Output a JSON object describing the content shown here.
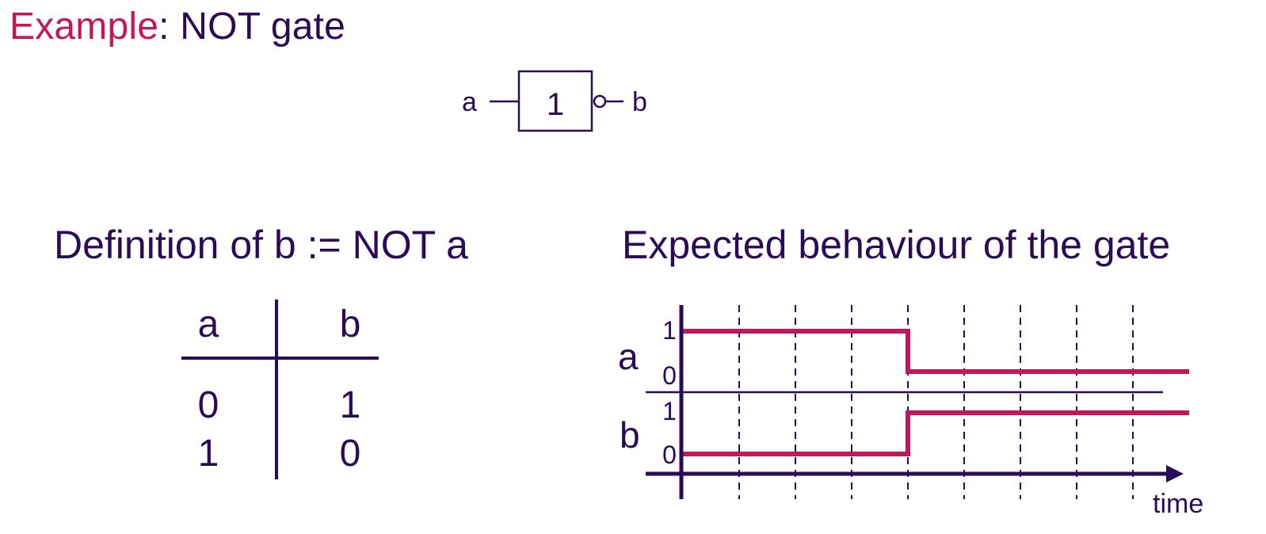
{
  "title": {
    "prefix": "Example",
    "suffix": ": NOT gate"
  },
  "gate": {
    "input_label": "a",
    "output_label": "b",
    "box_label": "1",
    "negation": "output-bubble"
  },
  "truth_table": {
    "heading": "Definition of b := NOT a",
    "columns": [
      "a",
      "b"
    ],
    "rows": [
      [
        "0",
        "1"
      ],
      [
        "1",
        "0"
      ]
    ]
  },
  "timing": {
    "heading": "Expected behaviour of the gate",
    "time_label": "time",
    "level_labels": [
      "0",
      "1"
    ],
    "signals": [
      {
        "name": "a",
        "levels": [
          1,
          1,
          1,
          1,
          0,
          0,
          0,
          0,
          0
        ]
      },
      {
        "name": "b",
        "levels": [
          0,
          0,
          0,
          0,
          1,
          1,
          1,
          1,
          1
        ]
      }
    ]
  },
  "colors": {
    "text": "#2b0a57",
    "accent": "#c2185b",
    "signal": "#c2185b"
  }
}
